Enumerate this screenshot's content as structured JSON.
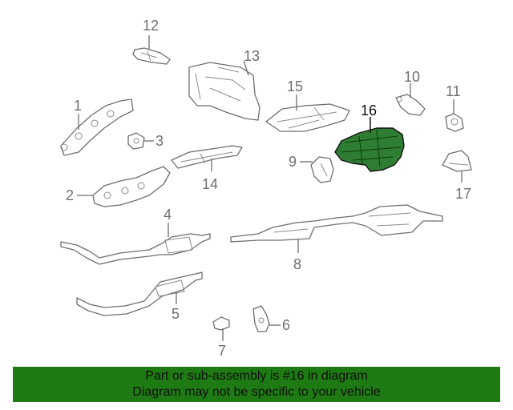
{
  "highlighted_part": "16",
  "callouts": {
    "c1": "1",
    "c2": "2",
    "c3": "3",
    "c4": "4",
    "c5": "5",
    "c6": "6",
    "c7": "7",
    "c8": "8",
    "c9": "9",
    "c10": "10",
    "c11": "11",
    "c12": "12",
    "c13": "13",
    "c14": "14",
    "c15": "15",
    "c16": "16",
    "c17": "17"
  },
  "banner": {
    "line1": "Part or sub-assembly is #16 in diagram",
    "line2": "Diagram may not be specific to your vehicle"
  },
  "colors": {
    "highlight_fill": "#2e7d32",
    "banner_background": "#1e7a12",
    "part_outline": "#6e6e6e"
  }
}
